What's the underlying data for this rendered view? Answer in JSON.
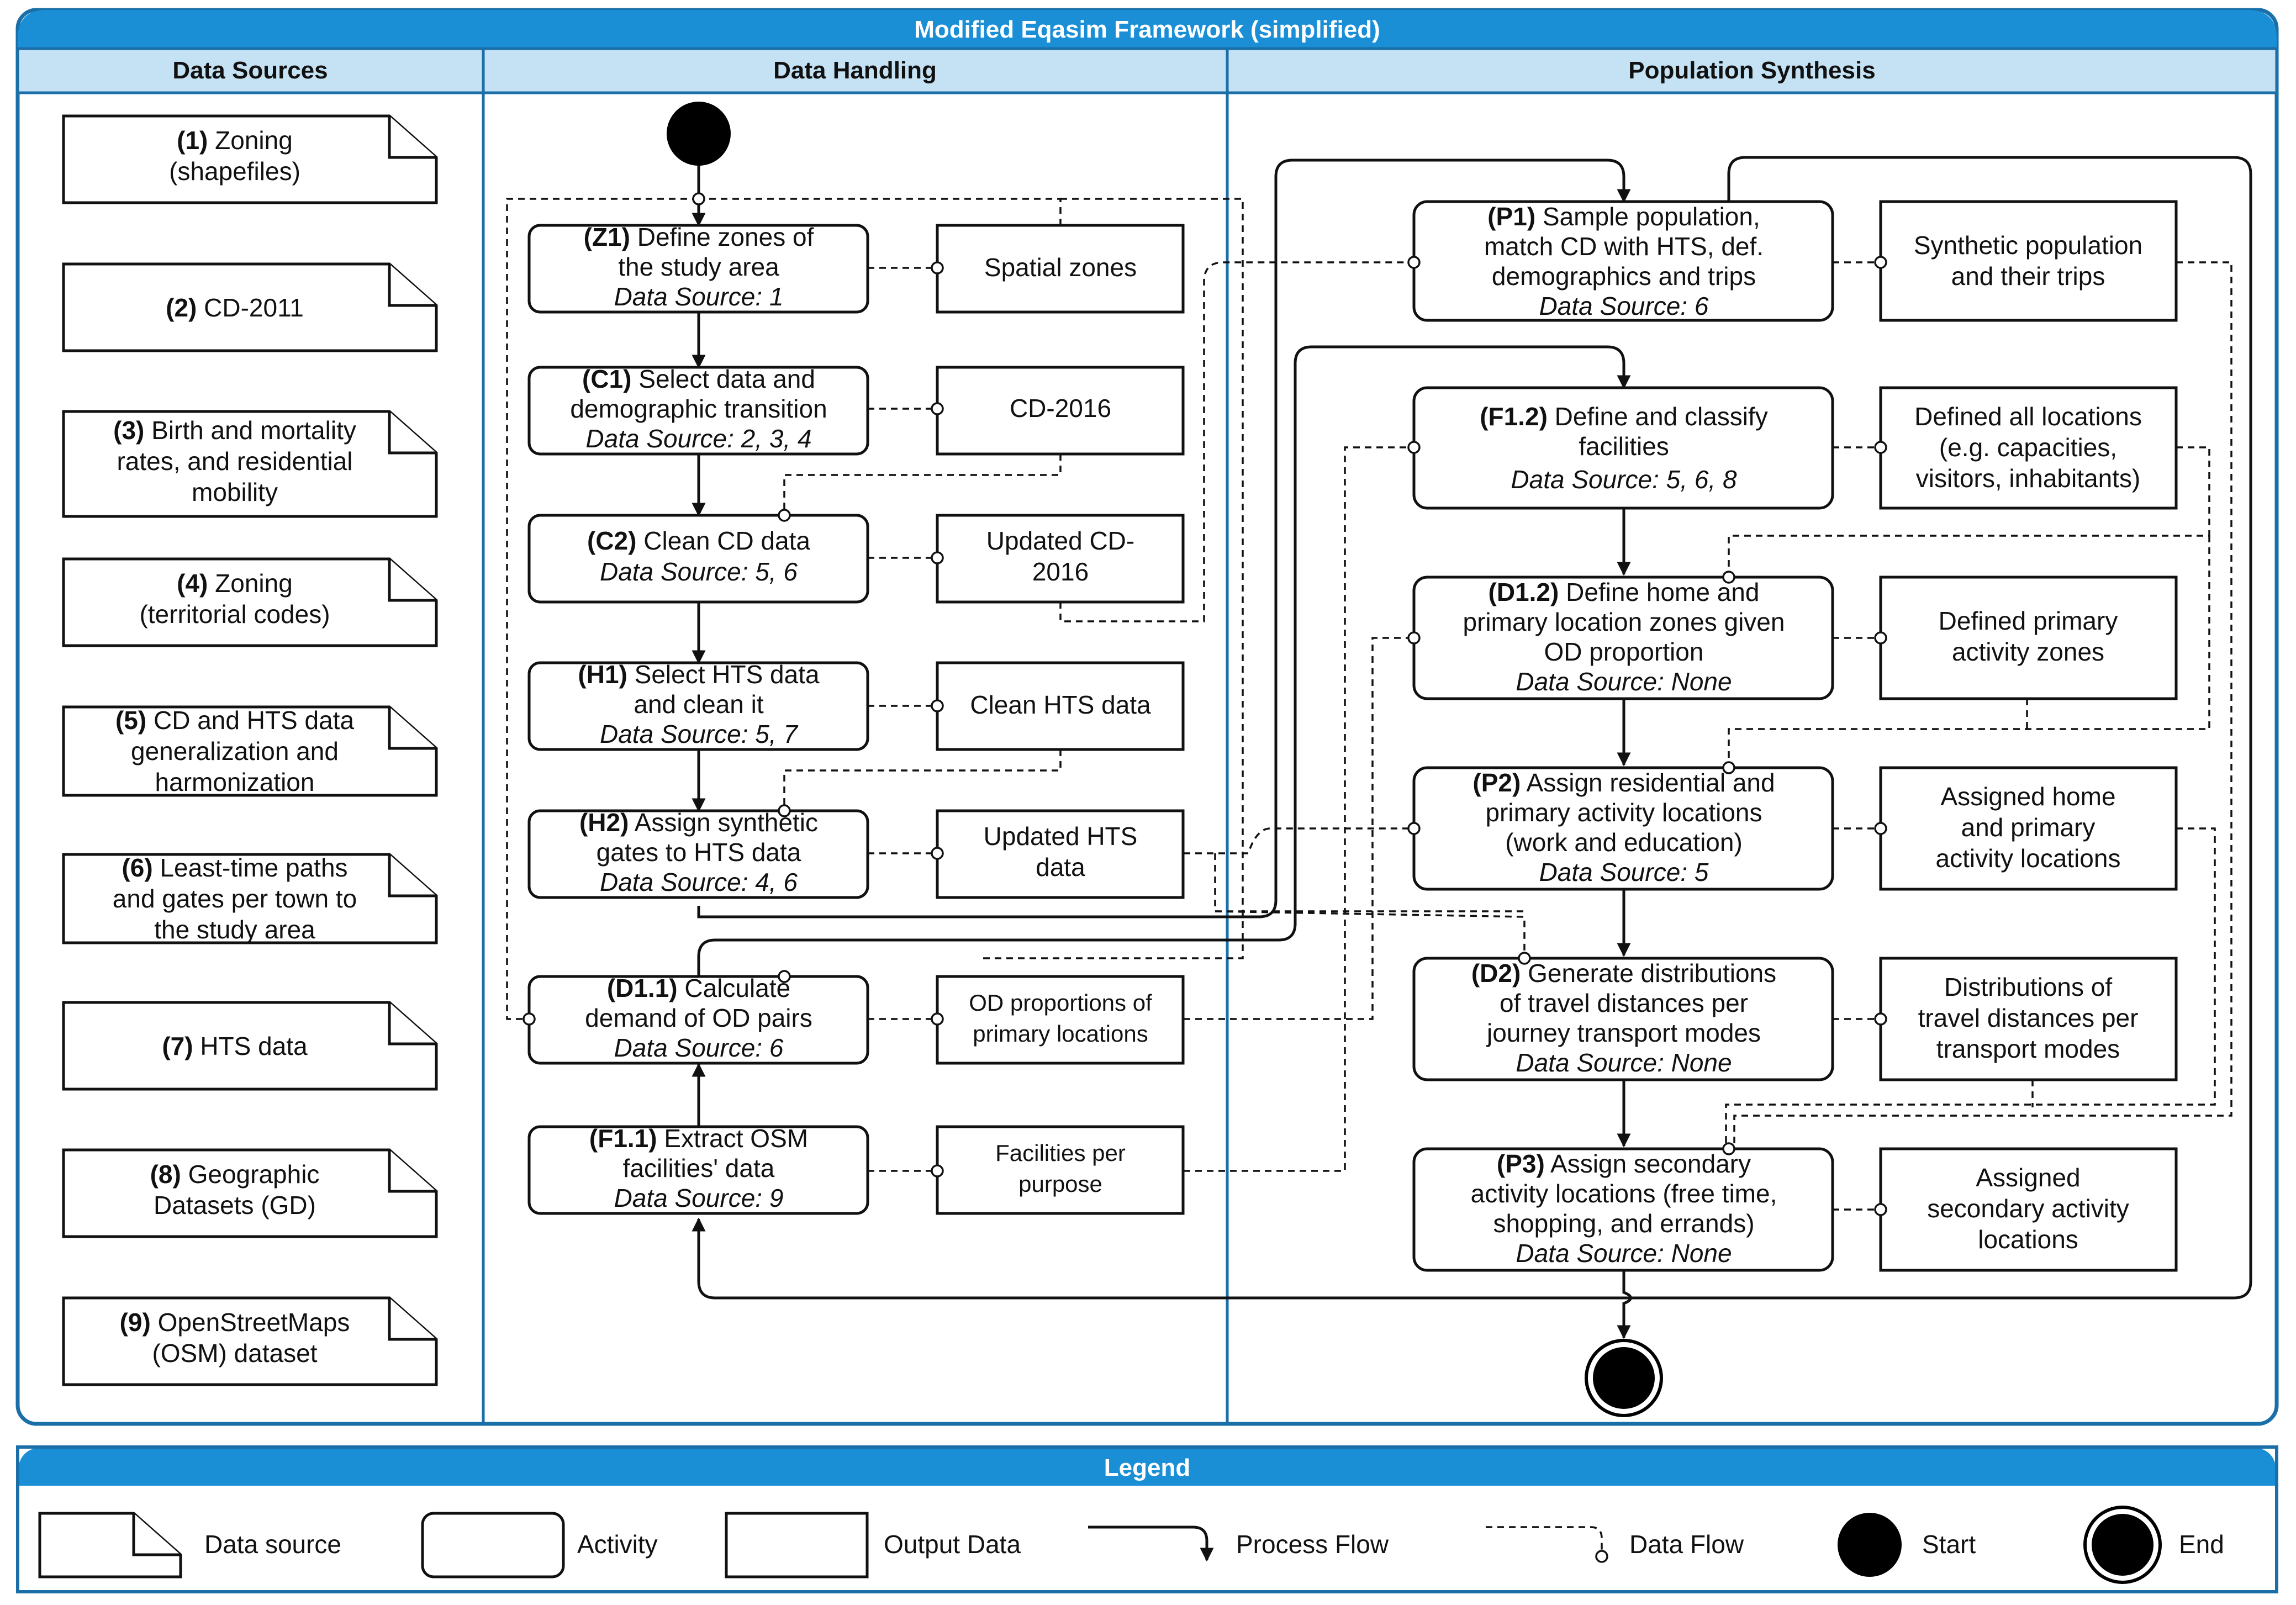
{
  "title": "Modified Eqasim Framework (simplified)",
  "lanes": {
    "sources": "Data Sources",
    "handling": "Data Handling",
    "synthesis": "Population Synthesis"
  },
  "sources": [
    {
      "num": "(1)",
      "lines": [
        " Zoning",
        "(shapefiles)"
      ]
    },
    {
      "num": "(2)",
      "lines": [
        " CD-2011"
      ]
    },
    {
      "num": "(3)",
      "lines": [
        " Birth and mortality",
        "rates, and residential",
        "mobility"
      ]
    },
    {
      "num": "(4)",
      "lines": [
        " Zoning",
        "(territorial codes)"
      ]
    },
    {
      "num": "(5)",
      "lines": [
        " CD and HTS data",
        "generalization and",
        "harmonization"
      ]
    },
    {
      "num": "(6)",
      "lines": [
        " Least-time paths",
        "and gates per town to",
        "the study area"
      ]
    },
    {
      "num": "(7)",
      "lines": [
        " HTS data"
      ]
    },
    {
      "num": "(8)",
      "lines": [
        " Geographic",
        "Datasets (GD)"
      ]
    },
    {
      "num": "(9)",
      "lines": [
        " OpenStreetMaps",
        "(OSM) dataset"
      ]
    }
  ],
  "activities": {
    "Z1": {
      "code": "(Z1)",
      "lines": [
        " Define zones of",
        "the study area"
      ],
      "source": "Data Source: 1"
    },
    "C1": {
      "code": "(C1)",
      "lines": [
        " Select data and",
        "demographic transition"
      ],
      "source": "Data Source: 2, 3, 4"
    },
    "C2": {
      "code": "(C2)",
      "lines": [
        " Clean CD data"
      ],
      "source": "Data Source: 5, 6"
    },
    "H1": {
      "code": "(H1)",
      "lines": [
        " Select HTS data",
        "and clean it"
      ],
      "source": "Data Source: 5, 7"
    },
    "H2": {
      "code": "(H2)",
      "lines": [
        " Assign synthetic",
        "gates to HTS data"
      ],
      "source": "Data Source: 4, 6"
    },
    "D11": {
      "code": "(D1.1)",
      "lines": [
        " Calculate",
        "demand of OD pairs"
      ],
      "source": "Data Source: 6"
    },
    "F11": {
      "code": "(F1.1)",
      "lines": [
        " Extract OSM",
        "facilities' data"
      ],
      "source": "Data Source: 9"
    },
    "P1": {
      "code": "(P1)",
      "lines": [
        " Sample population,",
        "match CD with HTS, def.",
        "demographics and trips"
      ],
      "source": "Data Source: 6"
    },
    "F12": {
      "code": "(F1.2)",
      "lines": [
        " Define and classify",
        "facilities"
      ],
      "source": "Data Source: 5, 6, 8"
    },
    "D12": {
      "code": "(D1.2)",
      "lines": [
        " Define home and",
        "primary location zones given",
        "OD proportion"
      ],
      "source": "Data Source: None"
    },
    "P2": {
      "code": "(P2)",
      "lines": [
        " Assign residential and",
        "primary activity locations",
        "(work and education)"
      ],
      "source": "Data Source: 5"
    },
    "D2": {
      "code": "(D2)",
      "lines": [
        " Generate distributions",
        "of travel distances per",
        "journey transport modes"
      ],
      "source": "Data Source: None"
    },
    "P3": {
      "code": "(P3)",
      "lines": [
        " Assign secondary",
        "activity locations (free time,",
        "shopping, and errands)"
      ],
      "source": "Data Source: None"
    }
  },
  "outputs": {
    "Z1": [
      "Spatial zones"
    ],
    "C1": [
      "CD-2016"
    ],
    "C2": [
      "Updated CD-",
      "2016"
    ],
    "H1": [
      "Clean HTS data"
    ],
    "H2": [
      "Updated HTS",
      "data"
    ],
    "D11": [
      "OD proportions of",
      "primary locations"
    ],
    "F11": [
      "Facilities per",
      "purpose"
    ],
    "P1": [
      "Synthetic population",
      "and their trips"
    ],
    "F12": [
      "Defined all locations",
      "(e.g. capacities,",
      "visitors, inhabitants)"
    ],
    "D12": [
      "Defined primary",
      "activity zones"
    ],
    "P2": [
      "Assigned home",
      "and primary",
      "activity locations"
    ],
    "D2": [
      "Distributions of",
      "travel distances per",
      "transport modes"
    ],
    "P3": [
      "Assigned",
      "secondary activity",
      "locations"
    ]
  },
  "legend": {
    "title": "Legend",
    "data_source": "Data source",
    "activity": "Activity",
    "output_data": "Output Data",
    "process_flow": "Process Flow",
    "data_flow": "Data Flow",
    "start": "Start",
    "end": "End"
  },
  "colors": {
    "header_fill": "#1a8fd6",
    "lane_header_fill": "#c4e2f4",
    "frame_stroke": "#1b6fa8",
    "ink": "#111111"
  }
}
